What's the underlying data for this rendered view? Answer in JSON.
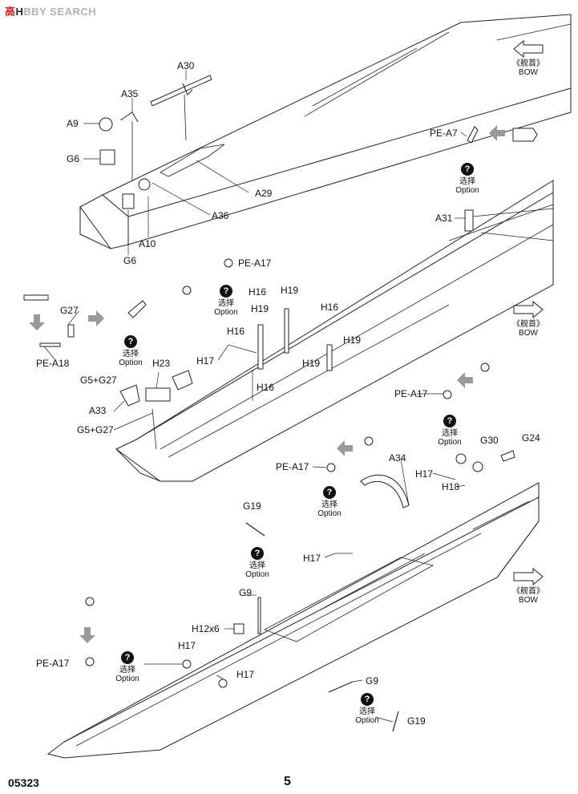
{
  "watermark": {
    "mark": "高",
    "letter": "H",
    "text": "BBY SEARCH"
  },
  "footer": {
    "code": "05323",
    "page": "5"
  },
  "bow": {
    "cn": "《舰首》",
    "en": "BOW"
  },
  "option": {
    "cn": "选择",
    "en": "Option",
    "symbol": "?"
  },
  "parts": {
    "a30": "A30",
    "a35": "A35",
    "a9": "A9",
    "g6a": "G6",
    "a29": "A29",
    "a36": "A36",
    "a10": "A10",
    "g6b": "G6",
    "pe_a7": "PE-A7",
    "a31": "A31",
    "g27": "G27",
    "pe_a18": "PE-A18",
    "pe_a17a": "PE-A17",
    "h16a": "H16",
    "h19a": "H19",
    "h19b": "H19",
    "h16b": "H16",
    "h16c": "H16",
    "h19c": "H19",
    "h19d": "H19",
    "h16d": "H16",
    "h17a": "H17",
    "h23": "H23",
    "g5g27a": "G5+G27",
    "a33": "A33",
    "g5g27b": "G5+G27",
    "pe_a17b": "PE-A17",
    "g30": "G30",
    "g24": "G24",
    "pe_a17c": "PE-A17",
    "a34": "A34",
    "h17b": "H17",
    "h18": "H18",
    "g19a": "G19",
    "h17c": "H17",
    "g9a": "G9",
    "h12x6": "H12x6",
    "h17d": "H17",
    "pe_a17d": "PE-A17",
    "h17e": "H17",
    "g9b": "G9",
    "g19b": "G19"
  }
}
